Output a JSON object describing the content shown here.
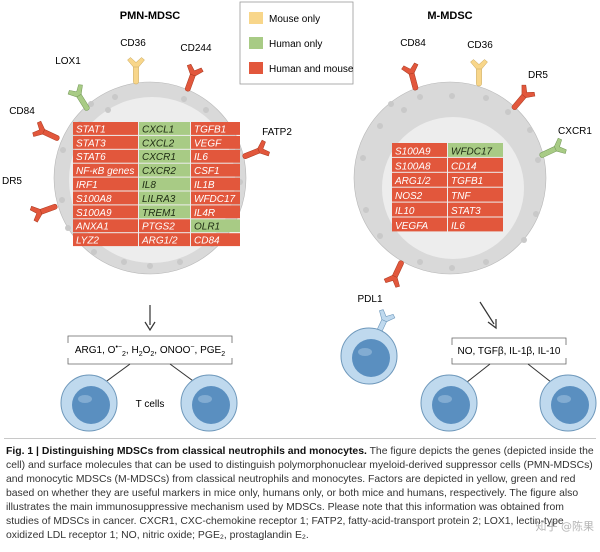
{
  "colors": {
    "mouse_only": "#F8D68A",
    "human_only": "#A8CB85",
    "human_and_mouse": "#E2573C",
    "cell_outer": "#D9D9D9",
    "cell_inner": "#EDEDED",
    "tcell": "#BFD9EE"
  },
  "legend": [
    {
      "label": "Mouse only",
      "color_key": "mouse_only"
    },
    {
      "label": "Human only",
      "color_key": "human_only"
    },
    {
      "label": "Human and mouse",
      "color_key": "human_and_mouse"
    }
  ],
  "pmn": {
    "title": "PMN-MDSC",
    "receptors": [
      "LOX1",
      "CD36",
      "CD244",
      "CD84",
      "FATP2",
      "DR5"
    ],
    "table": [
      [
        [
          "STAT1",
          "r"
        ],
        [
          "CXCL1",
          "g"
        ],
        [
          "TGFB1",
          "r"
        ]
      ],
      [
        [
          "STAT3",
          "r"
        ],
        [
          "CXCL2",
          "g"
        ],
        [
          "VEGF",
          "r"
        ]
      ],
      [
        [
          "STAT6",
          "r"
        ],
        [
          "CXCR1",
          "g"
        ],
        [
          "IL6",
          "r"
        ]
      ],
      [
        [
          "NF-κB genes",
          "r"
        ],
        [
          "CXCR2",
          "g"
        ],
        [
          "CSF1",
          "r"
        ]
      ],
      [
        [
          "IRF1",
          "r"
        ],
        [
          "IL8",
          "g"
        ],
        [
          "IL1B",
          "r"
        ]
      ],
      [
        [
          "S100A8",
          "r"
        ],
        [
          "LILRA3",
          "g"
        ],
        [
          "WFDC17",
          "r"
        ]
      ],
      [
        [
          "S100A9",
          "r"
        ],
        [
          "TREM1",
          "g"
        ],
        [
          "IL4R",
          "r"
        ]
      ],
      [
        [
          "ANXA1",
          "r"
        ],
        [
          "PTGS2",
          "r"
        ],
        [
          "OLR1",
          "g"
        ]
      ],
      [
        [
          "LYZ2",
          "r"
        ],
        [
          "ARG1/2",
          "r"
        ],
        [
          "CD84",
          "r"
        ]
      ]
    ],
    "factors": [
      "ARG1, O",
      "•−",
      "2",
      ", H",
      "2",
      "O",
      "2",
      ", ONOO",
      "−",
      ", PGE",
      "2"
    ],
    "tcells_label": "T cells"
  },
  "mdsc": {
    "title": "M-MDSC",
    "receptors": [
      "CD84",
      "CD36",
      "DR5",
      "CXCR1",
      "PDL1"
    ],
    "table": [
      [
        [
          "S100A9",
          "r"
        ],
        [
          "WFDC17",
          "g"
        ]
      ],
      [
        [
          "S100A8",
          "r"
        ],
        [
          "CD14",
          "r"
        ]
      ],
      [
        [
          "ARG1/2",
          "r"
        ],
        [
          "TGFB1",
          "r"
        ]
      ],
      [
        [
          "NOS2",
          "r"
        ],
        [
          "TNF",
          "r"
        ]
      ],
      [
        [
          "IL10",
          "r"
        ],
        [
          "STAT3",
          "r"
        ]
      ],
      [
        [
          "VEGFA",
          "r"
        ],
        [
          "IL6",
          "r"
        ]
      ]
    ],
    "factors": "NO, TGFβ, IL-1β, IL-10"
  },
  "caption": {
    "label": "Fig. 1 | ",
    "title": "Distinguishing MDSCs from classical neutrophils and monocytes.",
    "body": " The figure depicts the genes (depicted inside the cell) and surface molecules that can be used to distinguish polymorphonuclear myeloid-derived suppressor cells (PMN-MDSCs) and monocytic MDSCs (M-MDSCs) from classical neutrophils and monocytes. Factors are depicted in yellow, green and red based on whether they are useful markers in mice only, humans only, or both mice and humans, respectively. The figure also illustrates the main immunosuppressive mechanism used by MDSCs. Please note that this information was obtained from studies of MDSCs in cancer. CXCR1, CXC-chemokine receptor 1; FATP2, fatty-acid-transport protein 2; LOX1, lectin-type oxidized LDL receptor 1; NO, nitric oxide; PGE₂, prostaglandin E₂."
  },
  "watermark": "知乎 @陈果"
}
